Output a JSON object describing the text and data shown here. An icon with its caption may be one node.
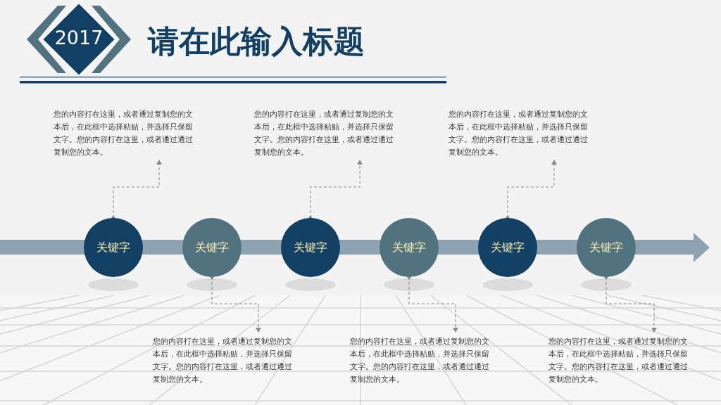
{
  "diagram": {
    "title": "请在此输入标题",
    "nodes": [
      {
        "text": [
          "2017"
        ]
      },
      {
        "text": [
          "您的内容打在这里，或者通过复制您的文本后，在此框中选择粘贴，并选择只保留文字。您的内容打在这里，或者通过通过复制您的文本。"
        ]
      },
      {
        "text": [
          "您的内容打在这里，或者通过复制您的文本后，在此框中选择粘贴，并选择只保留文字。您的内容打在这里，或者通过通过复制您的文本。"
        ]
      },
      {
        "text": [
          "您的内容打在这里，或者通过复制您的文本后，在此框中选择粘贴，并选择只保留文字。您的内容打在这里，或者通过通过复制您的文本。"
        ]
      },
      {
        "text": [
          "关键字"
        ]
      },
      {
        "text": [
          "关键字"
        ]
      },
      {
        "text": [
          "关键字"
        ]
      },
      {
        "text": [
          "关键字"
        ]
      },
      {
        "text": [
          "关键字"
        ]
      },
      {
        "text": [
          "关键字"
        ]
      },
      {
        "text": [
          "您的内容打在这里，或者通过复制您的文本后，在此框中选择粘贴，并选择只保留文字。您的内容打在这里，或者通过通过复制您的文本。"
        ]
      },
      {
        "text": [
          "您的内容打在这里，或者通过复制您的文本后，在此框中选择粘贴，并选择只保留文字。您的内容打在这里，或者通过通过复制您的文本。"
        ]
      },
      {
        "text": [
          "您的内容打在这里，或者通过复制您的文本后，在此框中选择粘贴，并选择只保留文字。您的内容打在这里，或者通过通过复制您的文本。"
        ]
      }
    ],
    "edges": [
      {
        "from": 4,
        "to": 1,
        "arrow": "to",
        "style": "dashed"
      },
      {
        "from": 6,
        "to": 2,
        "arrow": "to",
        "style": "dashed"
      },
      {
        "from": 8,
        "to": 3,
        "arrow": "to",
        "style": "dashed"
      },
      {
        "from": 5,
        "to": 10,
        "arrow": "to",
        "style": "dashed"
      },
      {
        "from": 7,
        "to": 11,
        "arrow": "to",
        "style": "dashed"
      },
      {
        "from": 9,
        "to": 12,
        "arrow": "to",
        "style": "dashed"
      }
    ]
  }
}
